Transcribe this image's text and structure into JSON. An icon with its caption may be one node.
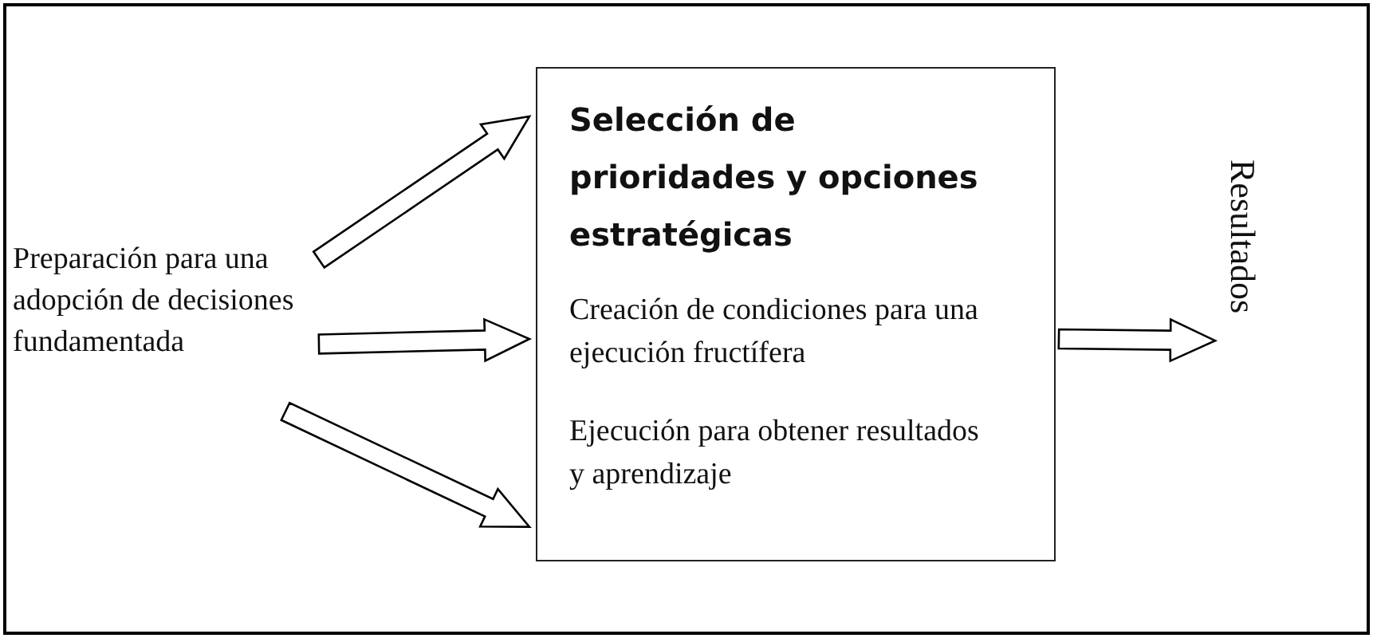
{
  "diagram": {
    "nodes": [
      {
        "text": [
          "Preparación para una adopción de decisiones fundamentada"
        ]
      },
      {
        "text": [
          "Selección de prioridades y opciones estratégicas",
          "Creación de condiciones para una ejecución fructífera",
          "Ejecución para obtener resultados y aprendizaje"
        ]
      },
      {
        "text": [
          "Resultados"
        ]
      }
    ],
    "edges": [
      {
        "from": 0,
        "to": 1,
        "arrow": "to"
      },
      {
        "from": 0,
        "to": 1,
        "arrow": "to"
      },
      {
        "from": 0,
        "to": 1,
        "arrow": "to"
      },
      {
        "from": 1,
        "to": 2,
        "arrow": "to"
      }
    ]
  }
}
